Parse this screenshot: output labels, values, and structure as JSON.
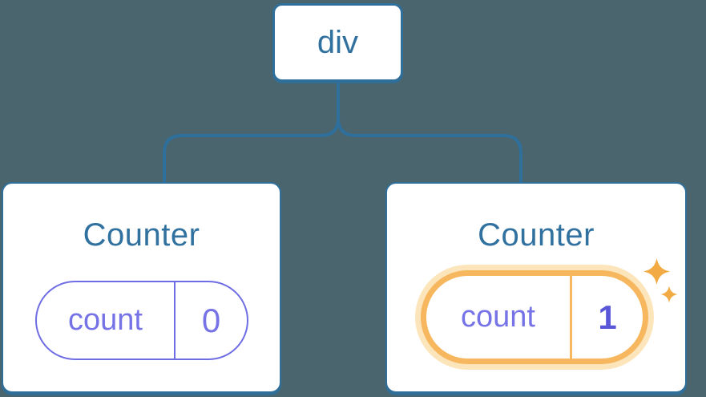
{
  "tree": {
    "root": {
      "label": "div"
    },
    "children": [
      {
        "title": "Counter",
        "state_key": "count",
        "state_value": "0",
        "highlighted": false
      },
      {
        "title": "Counter",
        "state_key": "count",
        "state_value": "1",
        "highlighted": true
      }
    ]
  },
  "icons": {
    "sparkle_large": "sparkle-icon",
    "sparkle_small": "sparkle-icon"
  },
  "colors": {
    "background": "#4a656d",
    "node_fill": "#ffffff",
    "steel_blue": "#2f6f9b",
    "text_blue": "#30719f",
    "purple_border": "#6f6de4",
    "purple_text": "#7573e6",
    "purple_bold_value": "#5956d8",
    "highlight_orange": "#f6b75f",
    "highlight_glow": "#fce5bb",
    "sparkle_orange": "#f2ab44"
  }
}
